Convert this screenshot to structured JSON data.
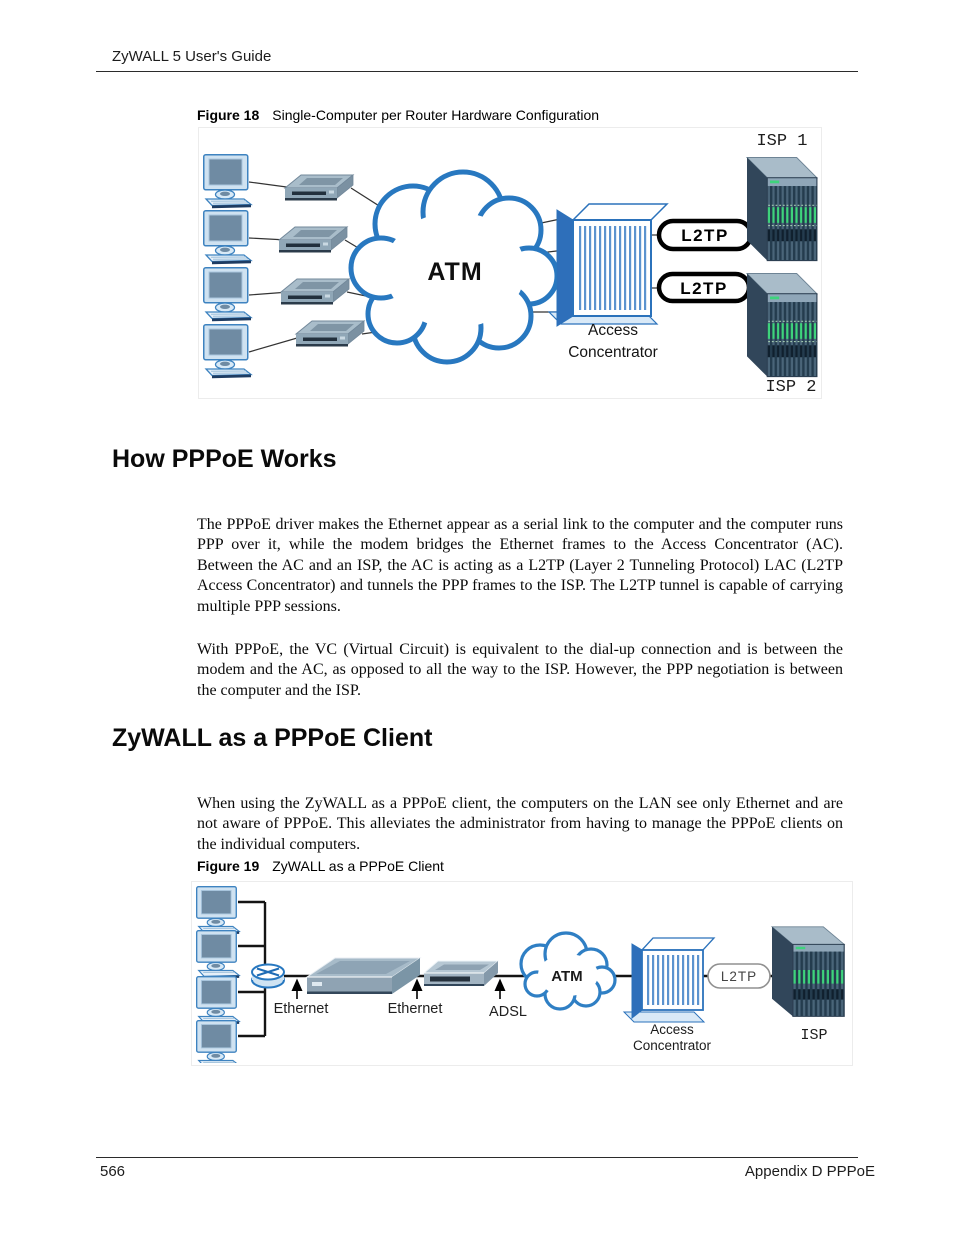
{
  "header": {
    "title": "ZyWALL 5 User's Guide"
  },
  "footer": {
    "page_number": "566",
    "chapter": "Appendix D PPPoE"
  },
  "sections": [
    {
      "heading": "How PPPoE Works",
      "paragraphs": [
        "The PPPoE driver makes the Ethernet appear as a serial link to the computer and the computer runs PPP over it, while the modem bridges the Ethernet frames to the Access Concentrator (AC).  Between the AC and an ISP, the AC is acting as a L2TP (Layer 2 Tunneling Protocol) LAC (L2TP Access Concentrator) and tunnels the PPP frames to the ISP.  The L2TP tunnel is capable of carrying multiple PPP sessions.",
        "With PPPoE, the VC (Virtual Circuit) is equivalent to the dial-up connection and is between the modem and the AC, as opposed to all the way to the ISP.  However, the PPP negotiation is between the computer and the ISP."
      ]
    },
    {
      "heading": "ZyWALL as a PPPoE Client",
      "paragraphs": [
        "When using the ZyWALL as a PPPoE client, the computers on the LAN see only Ethernet and are not aware of PPPoE.  This alleviates the administrator from having to manage the PPPoE clients on the individual computers."
      ]
    }
  ],
  "figures": {
    "fig18": {
      "label": "Figure 18",
      "caption": "Single-Computer per Router Hardware Configuration",
      "labels": {
        "atm": "ATM",
        "l2tp_top": "L2TP",
        "l2tp_bottom": "L2TP",
        "access_line1": "Access",
        "access_line2": "Concentrator",
        "isp1": "ISP 1",
        "isp2": "ISP 2"
      }
    },
    "fig19": {
      "label": "Figure 19",
      "caption": "ZyWALL as a PPPoE Client",
      "labels": {
        "ethernet1": "Ethernet",
        "ethernet2": "Ethernet",
        "adsl": "ADSL",
        "atm": "ATM",
        "l2tp": "L2TP",
        "access_line1": "Access",
        "access_line2": "Concentrator",
        "isp": "ISP"
      }
    }
  },
  "colors": {
    "cloud_stroke": "#2878c0",
    "cube_blue": "#2e6fba",
    "cube_stripe": "#5b93cf",
    "server_green": "#3ed47c",
    "monitor_screen": "#6f8ba3",
    "device_gray": "#8fa3b3",
    "line": "#1a1a1a"
  }
}
